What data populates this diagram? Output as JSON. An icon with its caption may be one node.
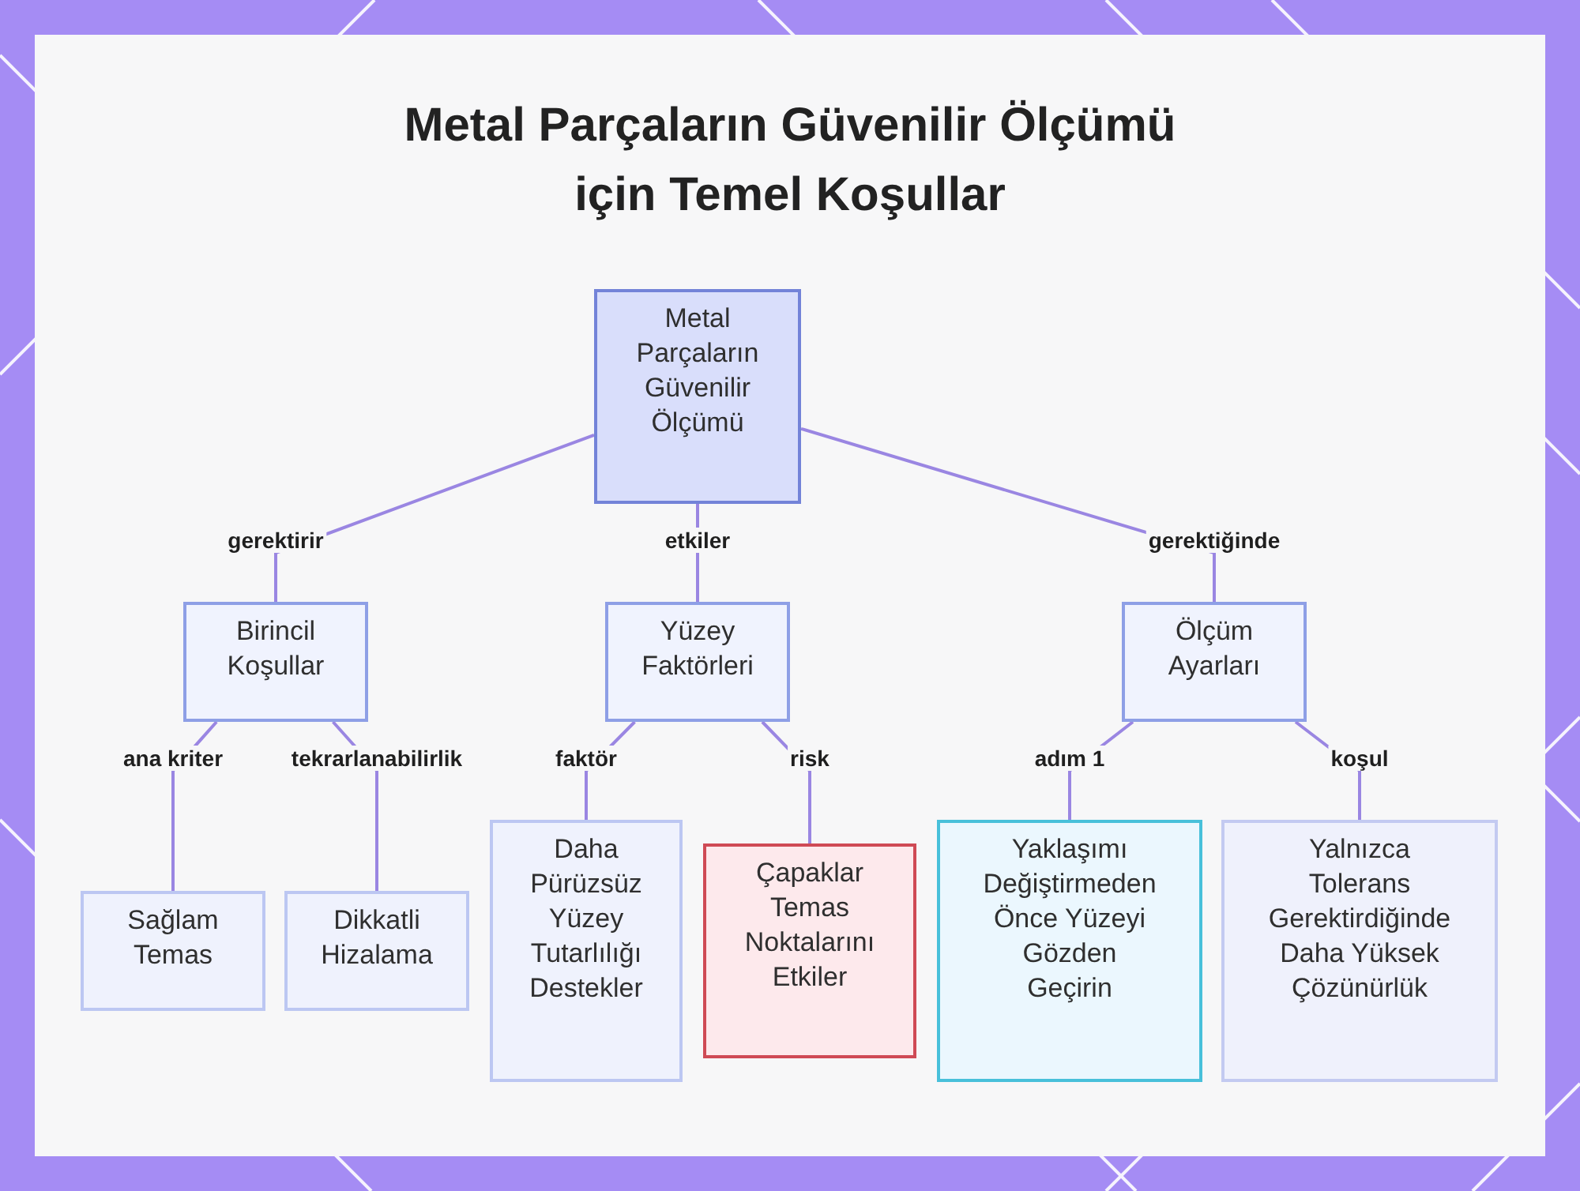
{
  "diagram": {
    "title": "Metal Parçaların Güvenilir Ölçümü için Temel Koşullar",
    "nodes": [
      {
        "text": [
          "Metal Parçaların Güvenilir Ölçümü"
        ]
      },
      {
        "text": [
          "Birincil Koşullar"
        ]
      },
      {
        "text": [
          "Yüzey Faktörleri"
        ]
      },
      {
        "text": [
          "Ölçüm Ayarları"
        ]
      },
      {
        "text": [
          "Sağlam Temas"
        ]
      },
      {
        "text": [
          "Dikkatli Hizalama"
        ]
      },
      {
        "text": [
          "Daha Pürüzsüz Yüzey Tutarlılığı Destekler"
        ]
      },
      {
        "text": [
          "Çapaklar Temas Noktalarını Etkiler"
        ]
      },
      {
        "text": [
          "Yaklaşımı Değiştirmeden Önce Yüzeyi Gözden Geçirin"
        ]
      },
      {
        "text": [
          "Yalnızca Tolerans Gerektirdiğinde Daha Yüksek Çözünürlük"
        ]
      }
    ],
    "edges": [
      {
        "from": 0,
        "to": 1,
        "label": "gerektirir",
        "arrow": "none"
      },
      {
        "from": 0,
        "to": 2,
        "label": "etkiler",
        "arrow": "none"
      },
      {
        "from": 0,
        "to": 3,
        "label": "gerektiğinde",
        "arrow": "none"
      },
      {
        "from": 1,
        "to": 4,
        "label": "ana kriter",
        "arrow": "none"
      },
      {
        "from": 1,
        "to": 5,
        "label": "tekrarlanabilirlik",
        "arrow": "none"
      },
      {
        "from": 2,
        "to": 6,
        "label": "faktör",
        "arrow": "none"
      },
      {
        "from": 2,
        "to": 7,
        "label": "risk",
        "arrow": "none"
      },
      {
        "from": 3,
        "to": 8,
        "label": "adım 1",
        "arrow": "none"
      },
      {
        "from": 3,
        "to": 9,
        "label": "koşul",
        "arrow": "none"
      }
    ]
  }
}
